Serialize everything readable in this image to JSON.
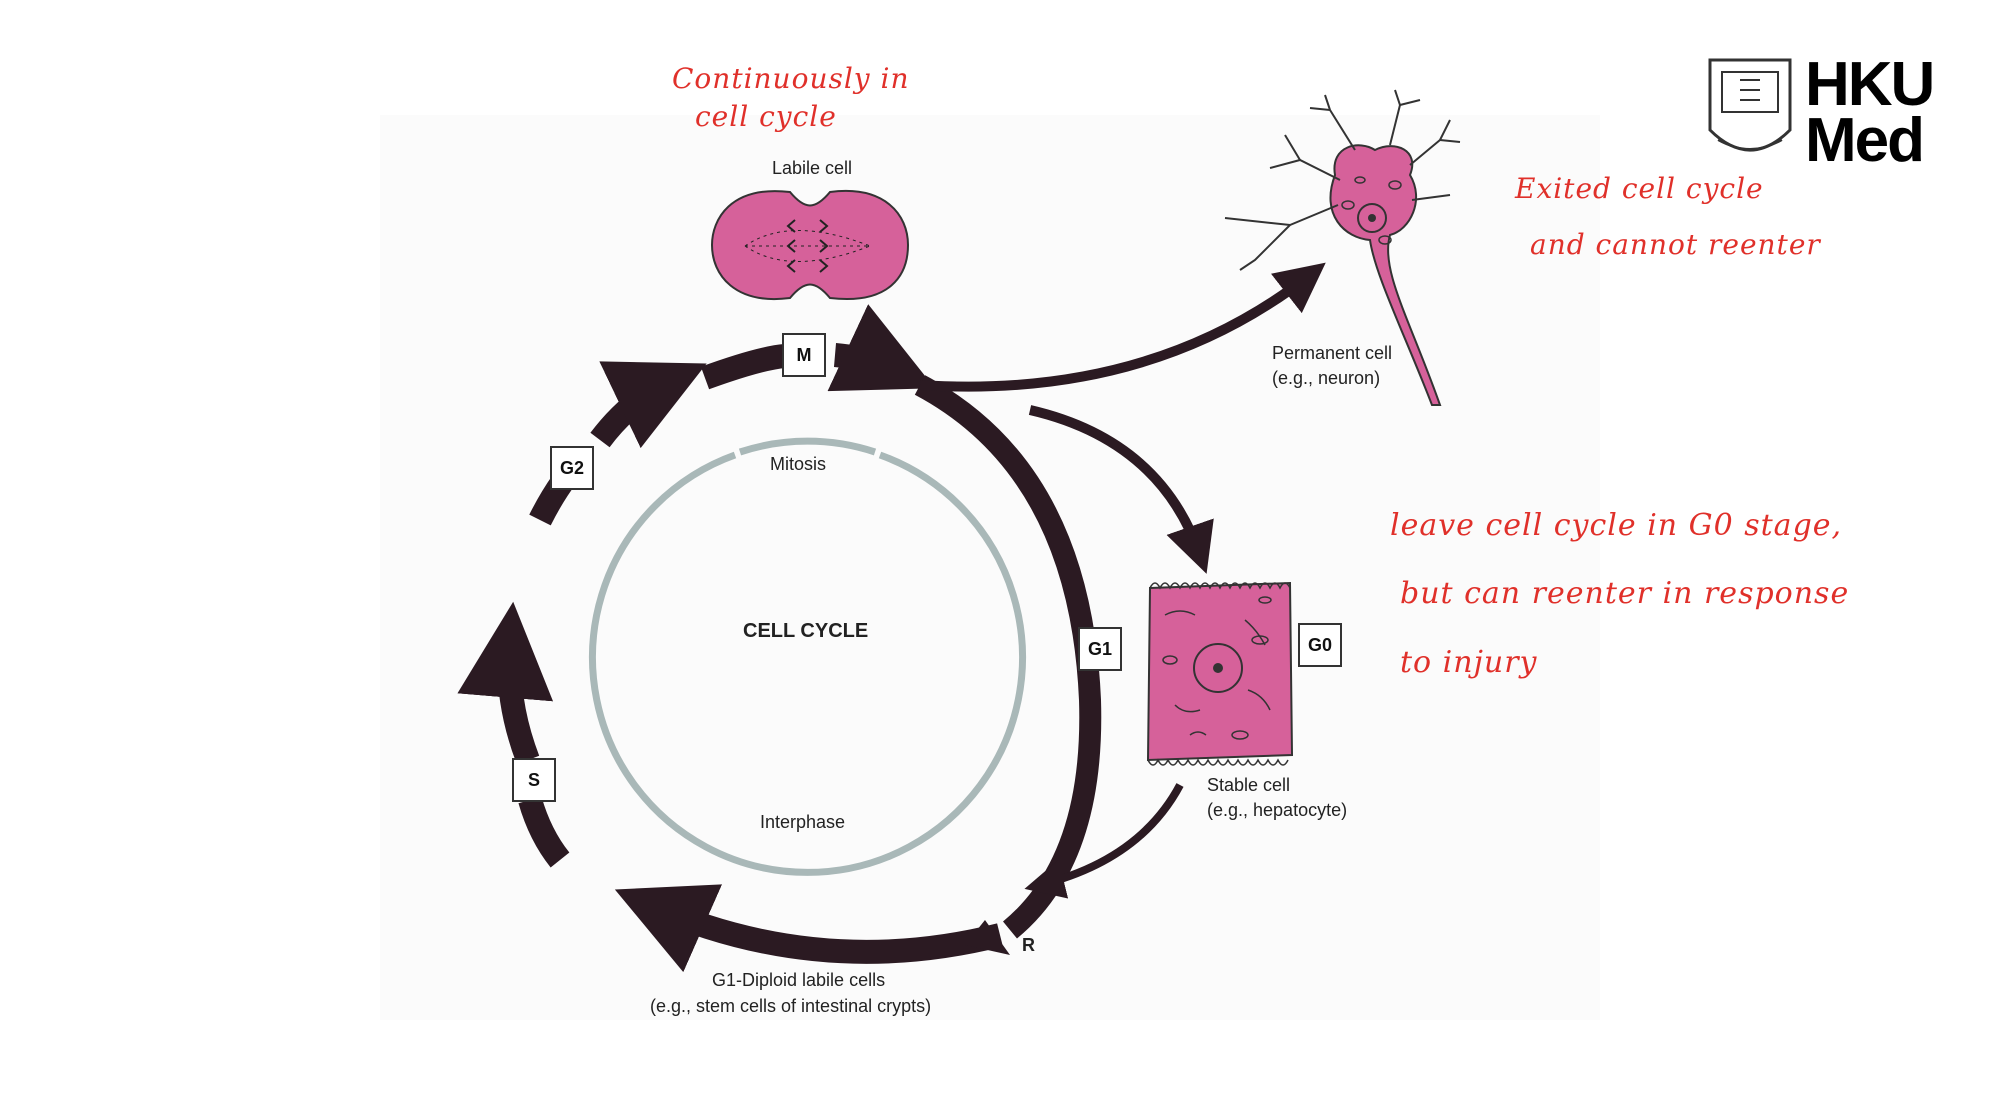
{
  "handwritten": {
    "labile_line1": "Continuously in",
    "labile_line2": "cell cycle",
    "permanent_line1": "Exited cell cycle",
    "permanent_line2": "and cannot reenter",
    "stable_line1": "leave cell cycle in G0 stage,",
    "stable_line2": "but can reenter in response",
    "stable_line3": "to injury"
  },
  "labels": {
    "labile_cell": "Labile cell",
    "permanent_cell": "Permanent cell",
    "permanent_example": "(e.g., neuron)",
    "mitosis": "Mitosis",
    "cell_cycle": "CELL CYCLE",
    "interphase": "Interphase",
    "stable_cell": "Stable cell",
    "stable_example": "(e.g., hepatocyte)",
    "restriction": "R",
    "g1_diploid": "G1-Diploid labile cells",
    "g1_example": "(e.g., stem cells of intestinal crypts)"
  },
  "phases": {
    "m": "M",
    "g2": "G2",
    "s": "S",
    "g1": "G1",
    "g0": "G0"
  },
  "logo": {
    "line1": "HKU",
    "line2": "Med"
  },
  "colors": {
    "arrow": "#2b1a22",
    "cell_pink": "#d6619a",
    "inner_ring": "#a9b8b8",
    "handwriting": "#e0302a"
  }
}
